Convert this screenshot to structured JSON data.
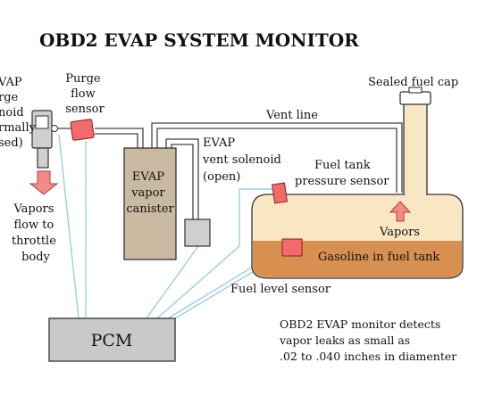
{
  "title": "OBD2 EVAP SYSTEM MONITOR",
  "labels": {
    "purge_solenoid": [
      "VAP",
      "rge",
      "noid",
      "rmally",
      "sed)"
    ],
    "purge_flow_sensor": [
      "Purge",
      "flow",
      "sensor"
    ],
    "vent_line": "Vent line",
    "sealed_fuel_cap": "Sealed fuel cap",
    "evap_vent_solenoid": [
      "EVAP",
      "vent solenoid",
      "(open)"
    ],
    "fuel_tank_pressure_sensor": [
      "Fuel tank",
      "pressure sensor"
    ],
    "evap_vapor_canister": [
      "EVAP",
      "vapor",
      "canister"
    ],
    "vapors_flow": [
      "Vapors",
      "flow to",
      "throttle",
      "body"
    ],
    "vapors": "Vapors",
    "gasoline": "Gasoline in fuel tank",
    "fuel_level_sensor": "Fuel level  sensor",
    "pcm": "PCM"
  },
  "note": [
    "OBD2 EVAP monitor detects",
    "vapor leaks as small as",
    ".02 to .040 inches in diamenter"
  ],
  "colors": {
    "tank_fill": "#f8e7c2",
    "gasoline": "#d7904f",
    "canister": "#c8b9a0",
    "sensor_red": "#f26a6a",
    "arrow_red": "#f28a8a",
    "pcm": "#c9c9c9",
    "line": "#9ccde0",
    "solenoid": "#cfcfcf"
  }
}
